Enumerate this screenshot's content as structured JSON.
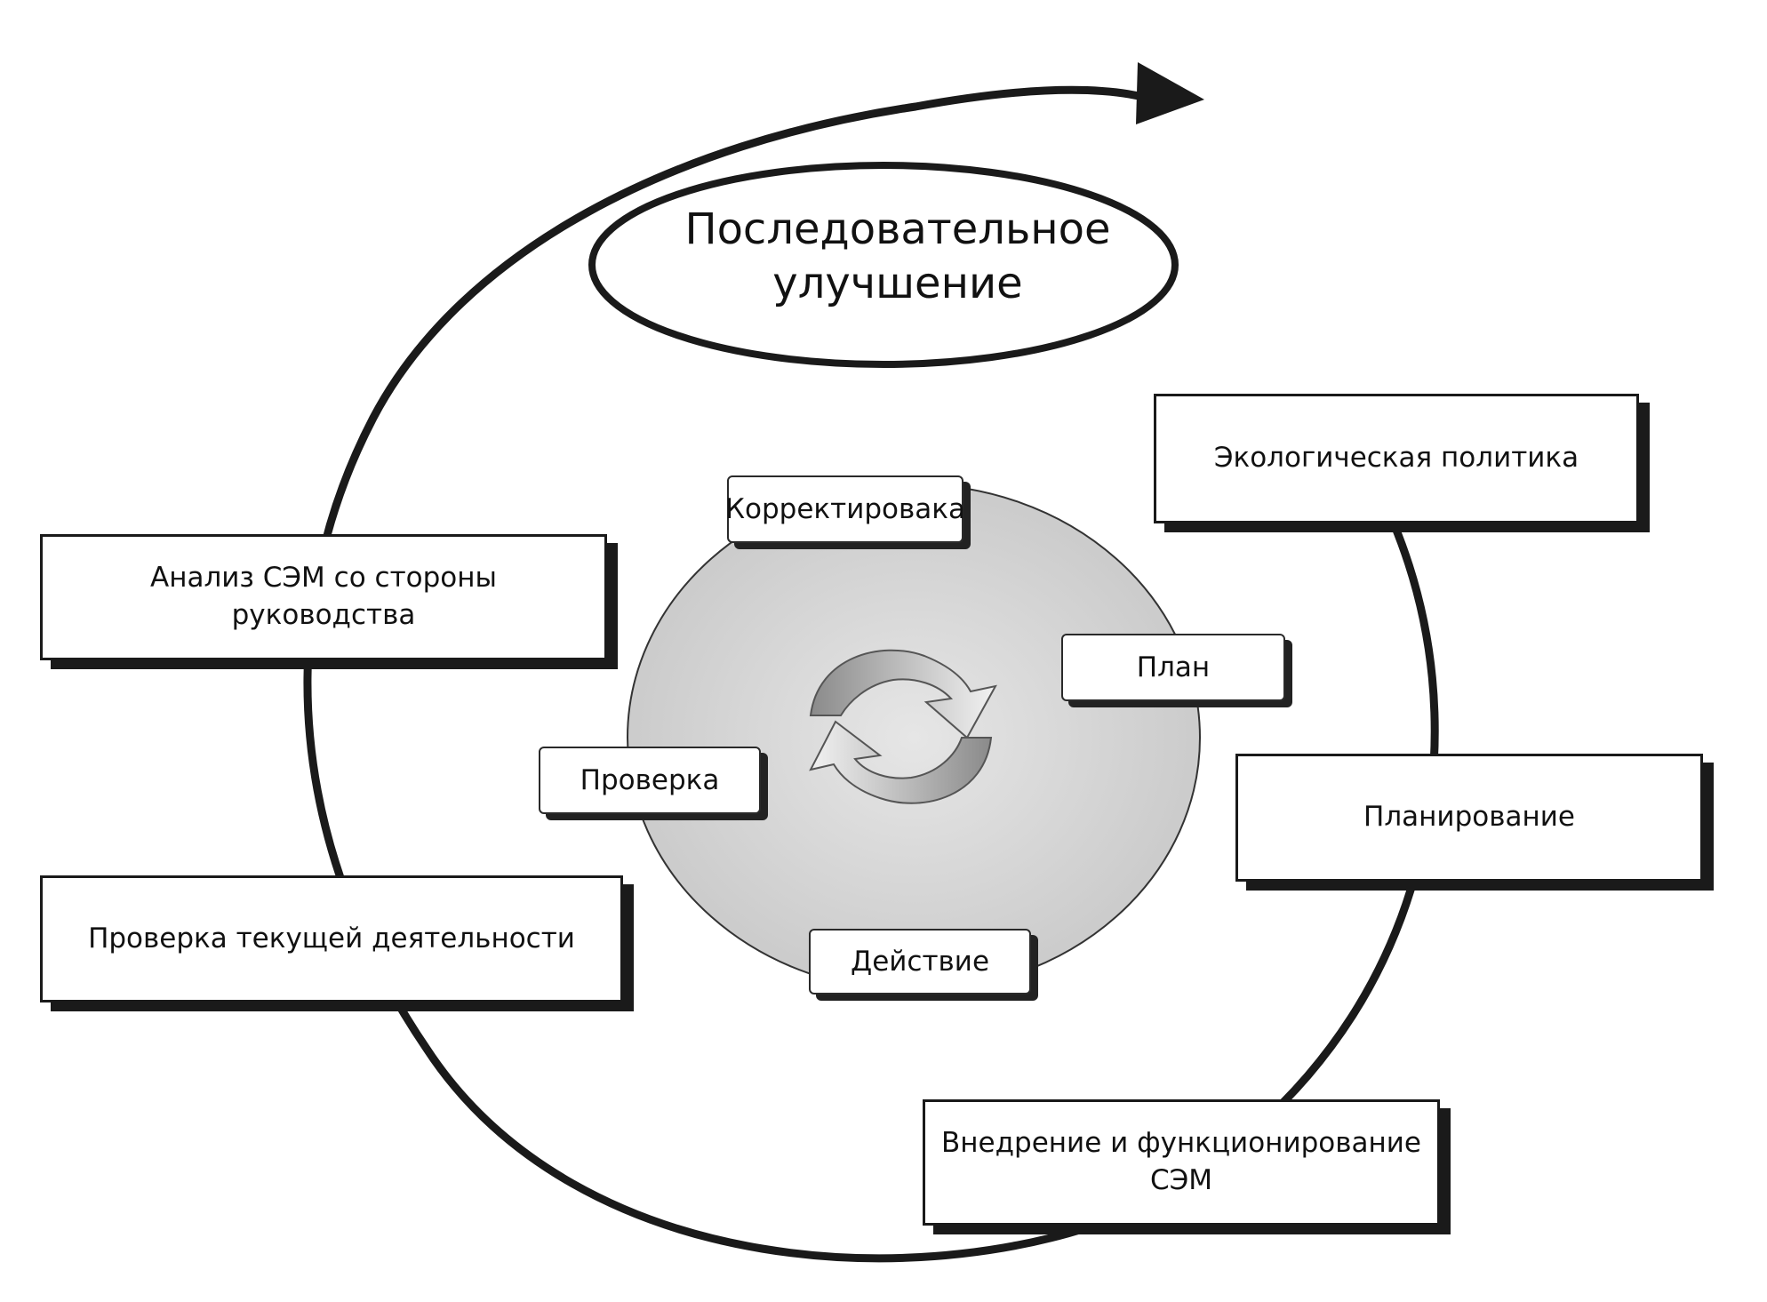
{
  "title": {
    "line1": "Последовательное",
    "line2": "улучшение"
  },
  "outer_boxes": {
    "policy": "Экологическая политика",
    "planning": "Планирование",
    "implementation": "Внедрение и функционирование СЭМ",
    "checking": "Проверка текущей деятельности",
    "review": "Анализ СЭМ со стороны руководства"
  },
  "pdca": {
    "plan": "План",
    "do": "Действие",
    "check": "Проверка",
    "act": "Корректировака"
  },
  "colors": {
    "line": "#1a1a1a",
    "inner_circle": "#cfcfcf",
    "cycle_arrow": "#9a9a9a"
  },
  "icons": {
    "improvement_arrow": "arrowhead-right",
    "pdca_cycle": "circular-arrows-icon"
  }
}
